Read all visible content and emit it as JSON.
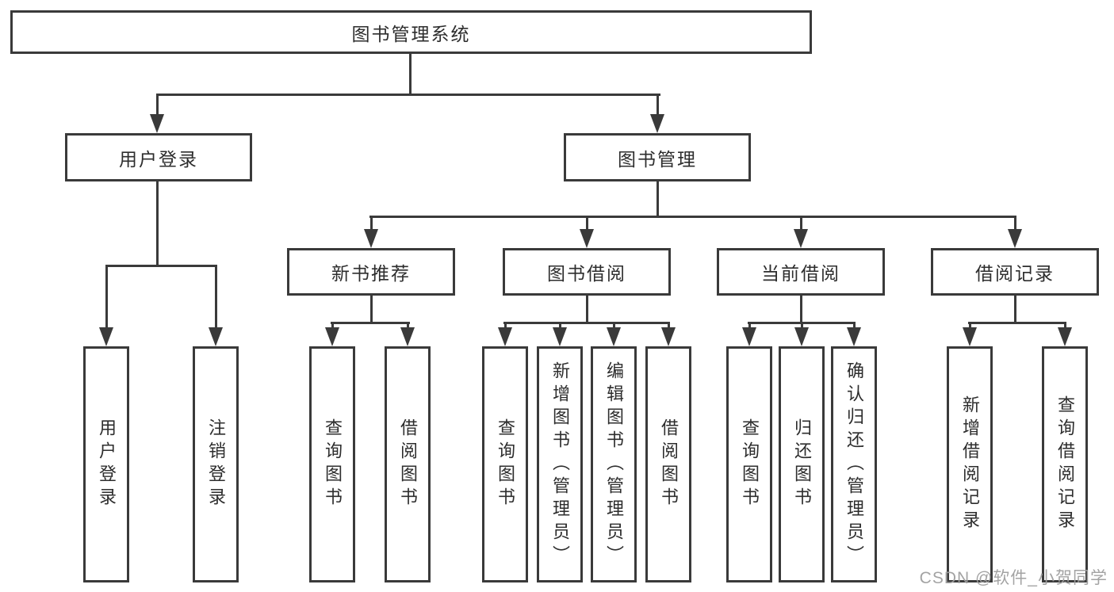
{
  "diagram": {
    "type": "hierarchy-chart",
    "nodes": {
      "root": "图书管理系统",
      "user_login": {
        "label": "用户登录",
        "children": [
          "用户登录",
          "注销登录"
        ]
      },
      "book_mgmt": {
        "label": "图书管理",
        "children": [
          {
            "label": "新书推荐",
            "children": [
              "查询图书",
              "借阅图书"
            ]
          },
          {
            "label": "图书借阅",
            "children": [
              "查询图书",
              "新增图书（管理员）",
              "编辑图书（管理员）",
              "借阅图书"
            ]
          },
          {
            "label": "当前借阅",
            "children": [
              "查询图书",
              "归还图书",
              "确认归还（管理员）"
            ]
          },
          {
            "label": "借阅记录",
            "children": [
              "新增借阅记录",
              "查询借阅记录"
            ]
          }
        ]
      }
    },
    "colors": {
      "box_border": "#3a3a3a",
      "connector_line": "#3a3a3a",
      "text": "#2d2d2d",
      "background": "#ffffff",
      "watermark": "#9e9e9e"
    }
  },
  "watermark": "CSDN @软件_小贺同学"
}
